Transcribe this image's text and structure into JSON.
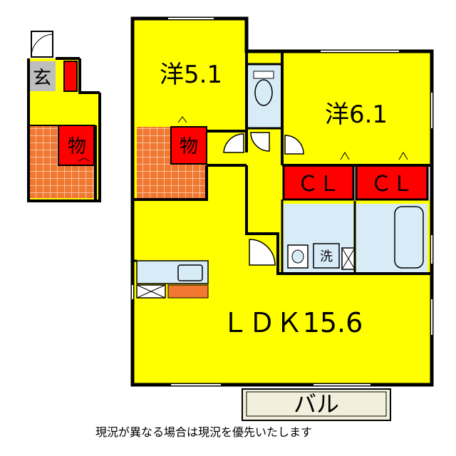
{
  "rooms": {
    "western1": "洋5.1",
    "western2": "洋6.1",
    "ldk": "ＬＤＫ15.6",
    "closet1": "ＣＬ",
    "closet2": "ＣＬ",
    "storage_upper": "物",
    "storage_lower": "物",
    "storage_main": "物",
    "entrance": "玄",
    "washroom": "洗",
    "balcony": "バル"
  },
  "footer": {
    "note": "現況が異なる場合は現況を優先いたします"
  },
  "colors": {
    "room_yellow": "#FFFF00",
    "storage_red": "#FF0000",
    "stair_orange": "#F07830",
    "wet_blue": "#D8ECF8",
    "entrance_gray": "#BEBEBE",
    "balcony_cream": "#F2F0DC",
    "wall_black": "#000000"
  }
}
